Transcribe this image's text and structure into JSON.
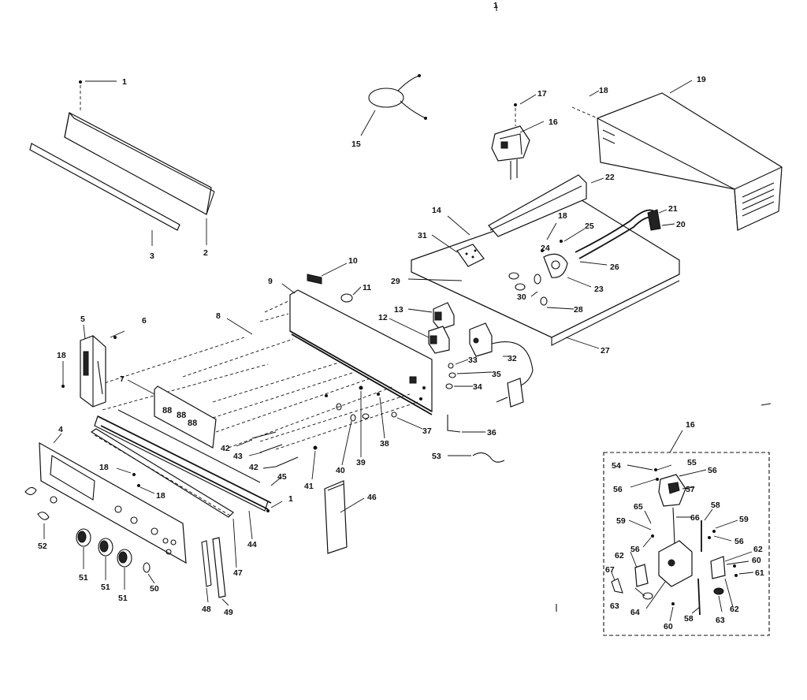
{
  "labels": {
    "p1a": "1",
    "p1b": "1",
    "p1c": "1",
    "p2": "2",
    "p3": "3",
    "p4": "4",
    "p5": "5",
    "p6": "6",
    "p7": "7",
    "p8": "8",
    "p9": "9",
    "p10": "10",
    "p11": "11",
    "p12": "12",
    "p13": "13",
    "p14": "14",
    "p15": "15",
    "p16a": "16",
    "p16b": "16",
    "p17": "17",
    "p18a": "18",
    "p18b": "18",
    "p18c": "18",
    "p18d": "18",
    "p18e": "18",
    "p19": "19",
    "p20": "20",
    "p21": "21",
    "p22": "22",
    "p23": "23",
    "p24": "24",
    "p25": "25",
    "p26": "26",
    "p27": "27",
    "p28": "28",
    "p29": "29",
    "p30": "30",
    "p31": "31",
    "p32": "32",
    "p33": "33",
    "p34": "34",
    "p35": "35",
    "p36": "36",
    "p37": "37",
    "p38": "38",
    "p39": "39",
    "p40": "40",
    "p41": "41",
    "p42a": "42",
    "p42b": "42",
    "p43": "43",
    "p44": "44",
    "p45": "45",
    "p46": "46",
    "p47": "47",
    "p48": "48",
    "p49": "49",
    "p50": "50",
    "p51a": "51",
    "p51b": "51",
    "p51c": "51",
    "p52": "52",
    "p53": "53",
    "p54": "54",
    "p55": "55",
    "p56a": "56",
    "p56b": "56",
    "p56c": "56",
    "p56d": "56",
    "p57": "57",
    "p58a": "58",
    "p58b": "58",
    "p59a": "59",
    "p59b": "59",
    "p60a": "60",
    "p60b": "60",
    "p61": "61",
    "p62a": "62",
    "p62b": "62",
    "p62c": "62",
    "p63a": "63",
    "p63b": "63",
    "p64": "64",
    "p65": "65",
    "p66": "66",
    "p67": "67"
  }
}
